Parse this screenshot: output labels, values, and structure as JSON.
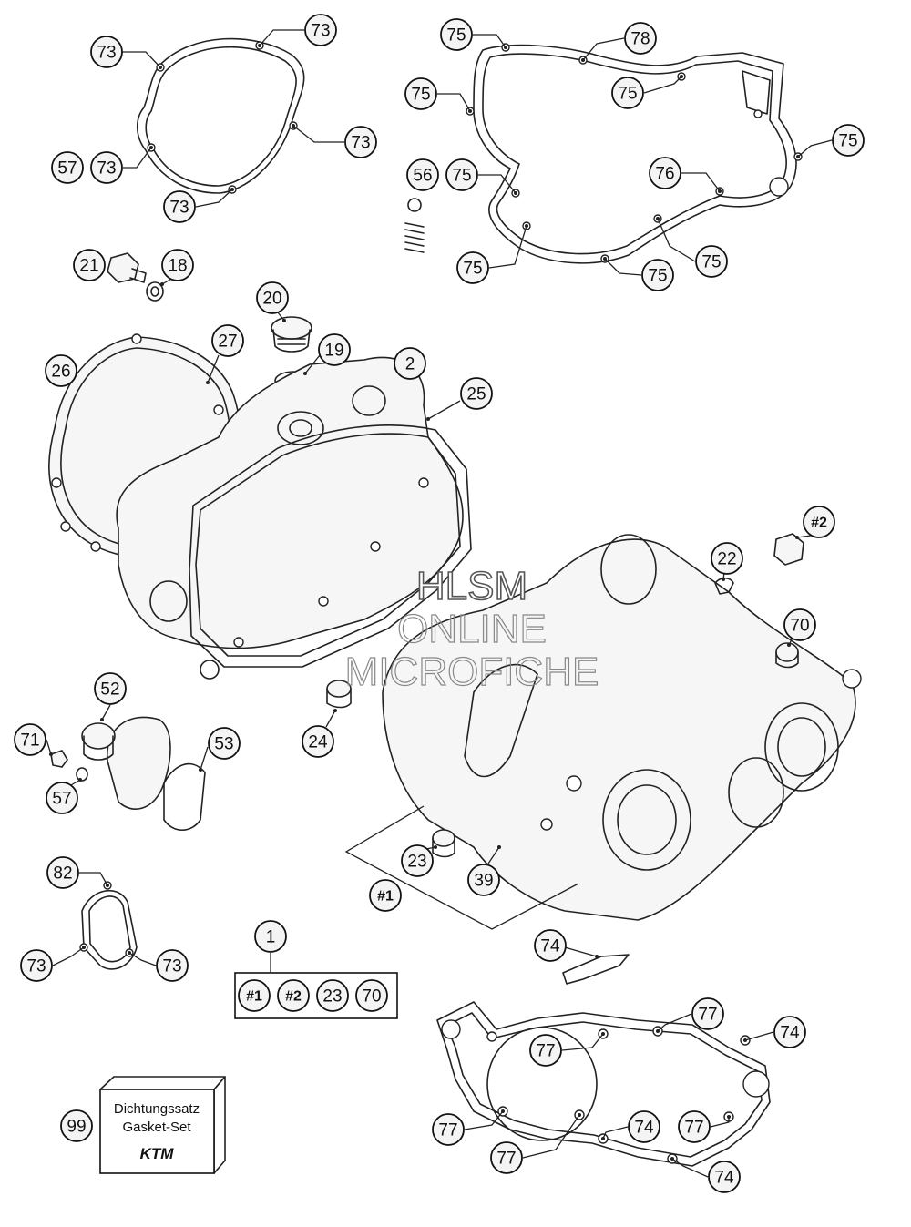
{
  "watermark": {
    "line1": "HLSM",
    "line2": "ONLINE",
    "line3": "MICROFICHE"
  },
  "kit_box": {
    "line1": "Dichtungssatz",
    "line2": "Gasket-Set",
    "brand": "KTM"
  },
  "kit_contents": [
    "#1",
    "#2",
    "23",
    "70"
  ],
  "callouts": [
    {
      "label": "73"
    },
    {
      "label": "73"
    },
    {
      "label": "73"
    },
    {
      "label": "57"
    },
    {
      "label": "73"
    },
    {
      "label": "73"
    },
    {
      "label": "75"
    },
    {
      "label": "78"
    },
    {
      "label": "75"
    },
    {
      "label": "75"
    },
    {
      "label": "75"
    },
    {
      "label": "56"
    },
    {
      "label": "75"
    },
    {
      "label": "76"
    },
    {
      "label": "75"
    },
    {
      "label": "75"
    },
    {
      "label": "75"
    },
    {
      "label": "21"
    },
    {
      "label": "18"
    },
    {
      "label": "20"
    },
    {
      "label": "19"
    },
    {
      "label": "27"
    },
    {
      "label": "26"
    },
    {
      "label": "2"
    },
    {
      "label": "25"
    },
    {
      "label": "#2"
    },
    {
      "label": "22"
    },
    {
      "label": "70"
    },
    {
      "label": "52"
    },
    {
      "label": "71"
    },
    {
      "label": "53"
    },
    {
      "label": "57"
    },
    {
      "label": "24"
    },
    {
      "label": "23"
    },
    {
      "label": "39"
    },
    {
      "label": "#1"
    },
    {
      "label": "82"
    },
    {
      "label": "73"
    },
    {
      "label": "73"
    },
    {
      "label": "1"
    },
    {
      "label": "74"
    },
    {
      "label": "77"
    },
    {
      "label": "74"
    },
    {
      "label": "77"
    },
    {
      "label": "77"
    },
    {
      "label": "74"
    },
    {
      "label": "77"
    },
    {
      "label": "77"
    },
    {
      "label": "74"
    },
    {
      "label": "99"
    }
  ]
}
